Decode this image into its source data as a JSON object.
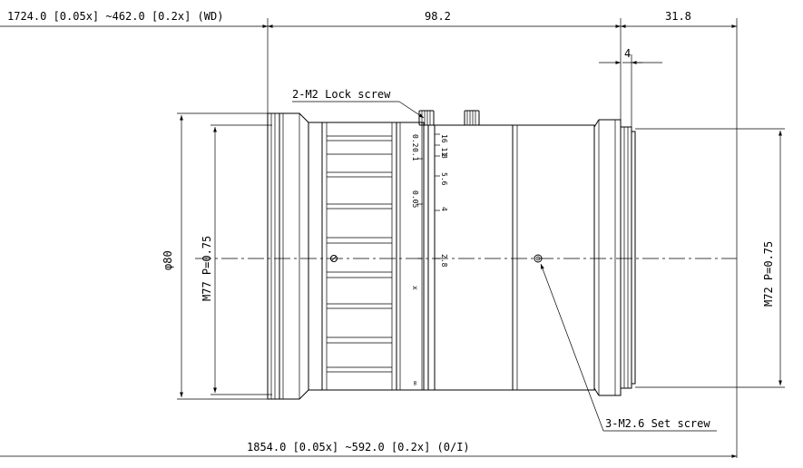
{
  "annotations": {
    "wd_range": "1724.0 [0.05x] ~462.0 [0.2x] (WD)",
    "oi_range": "1854.0 [0.05x] ~592.0 [0.2x] (0/I)",
    "length_main": "98.2",
    "length_back": "31.8",
    "flange_width": "4",
    "lock_screw": "2-M2 Lock screw",
    "set_screw": "3-M2.6 Set screw",
    "outer_diameter": "φ80",
    "front_thread": "M77 P=0.75",
    "rear_thread": "M72 P=0.75"
  },
  "scale_marks": {
    "magnification": [
      "0.2",
      "0.1",
      "0.05",
      "x",
      "∞"
    ],
    "aperture": [
      "16 11",
      "8",
      "5.6",
      "4",
      "2.8"
    ]
  }
}
